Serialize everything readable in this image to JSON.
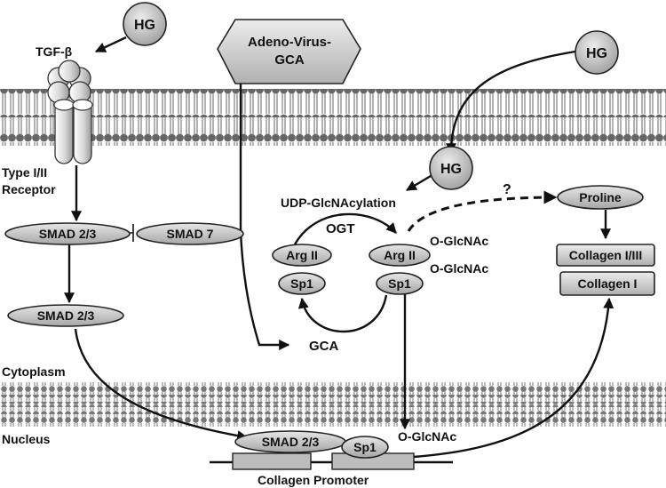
{
  "colors": {
    "node_fill": "#c4c4c4",
    "stroke": "#222222",
    "text": "#111111",
    "background": "#ffffff"
  },
  "labels": {
    "hg": "HG",
    "tgf_beta": "TGF-β",
    "receptor_line1": "Type I/II",
    "receptor_line2": "Receptor",
    "adenovirus_line1": "Adeno-Virus-",
    "adenovirus_line2": "GCA",
    "smad23": "SMAD 2/3",
    "smad7": "SMAD 7",
    "udp_glcnacylation": "UDP-GlcNAcylation",
    "question": "?",
    "proline": "Proline",
    "ogt": "OGT",
    "arg2": "Arg II",
    "sp1": "Sp1",
    "o_glcnac": "O-GlcNAc",
    "collagen13": "Collagen I/III",
    "collagen1": "Collagen I",
    "gca": "GCA",
    "cytoplasm": "Cytoplasm",
    "nucleus": "Nucleus",
    "collagen_promoter": "Collagen Promoter"
  }
}
